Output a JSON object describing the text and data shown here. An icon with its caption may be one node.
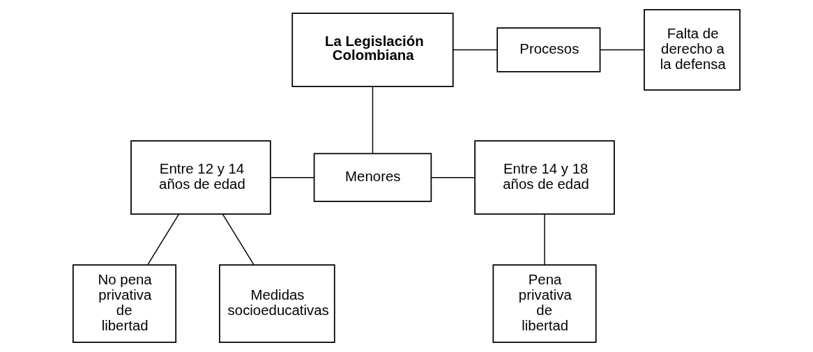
{
  "diagram": {
    "nodes": [
      {
        "text": [
          "La Legislación Colombiana"
        ]
      },
      {
        "text": [
          "Procesos"
        ]
      },
      {
        "text": [
          "Falta de derecho a la defensa"
        ]
      },
      {
        "text": [
          "Entre 12 y 14 años de edad"
        ]
      },
      {
        "text": [
          "Menores"
        ]
      },
      {
        "text": [
          "Entre 14 y 18 años de edad"
        ]
      },
      {
        "text": [
          "No pena privativa de libertad"
        ]
      },
      {
        "text": [
          "Medidas socioeducativas"
        ]
      },
      {
        "text": [
          "Pena privativa de libertad"
        ]
      }
    ],
    "edges": [
      {
        "from": 0,
        "to": 1,
        "arrow": "none"
      },
      {
        "from": 1,
        "to": 2,
        "arrow": "none"
      },
      {
        "from": 0,
        "to": 4,
        "arrow": "none"
      },
      {
        "from": 4,
        "to": 3,
        "arrow": "none"
      },
      {
        "from": 4,
        "to": 5,
        "arrow": "none"
      },
      {
        "from": 3,
        "to": 6,
        "arrow": "none"
      },
      {
        "from": 3,
        "to": 7,
        "arrow": "none"
      },
      {
        "from": 5,
        "to": 8,
        "arrow": "none"
      }
    ]
  }
}
